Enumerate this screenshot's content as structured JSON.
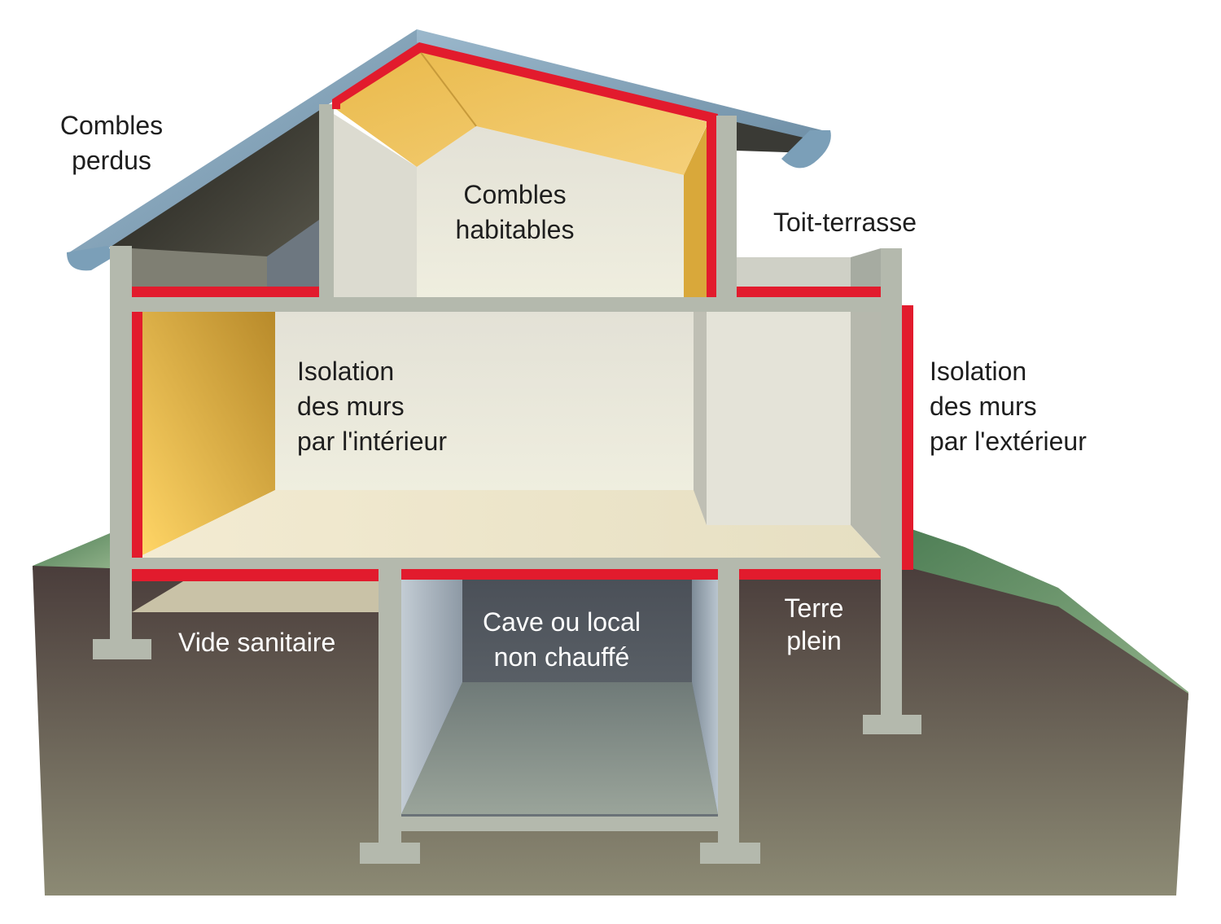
{
  "labels": {
    "combles_perdus": [
      "Combles",
      "perdus"
    ],
    "combles_habitables": [
      "Combles",
      "habitables"
    ],
    "toit_terrasse": [
      "Toit-terrasse"
    ],
    "isolation_interieur": [
      "Isolation",
      "des murs",
      "par l'intérieur"
    ],
    "isolation_exterieur": [
      "Isolation",
      "des murs",
      "par l'extérieur"
    ],
    "vide_sanitaire": [
      "Vide sanitaire"
    ],
    "cave": [
      "Cave ou local",
      "non chauffé"
    ],
    "terre_plein": [
      "Terre",
      "plein"
    ]
  },
  "colors": {
    "insulation_red": "#e21b2d",
    "insulation_yellow": "#f2c14e",
    "wall_grey": "#b4b9ad",
    "roof_blue": "#7b9fb8",
    "ground_dark": "#4d403d",
    "grass": "#6e9a6a"
  }
}
